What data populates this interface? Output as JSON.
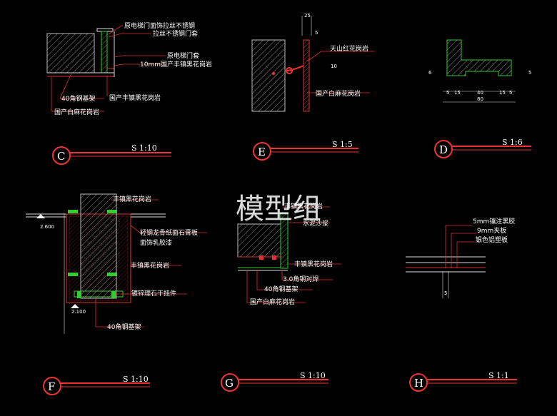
{
  "watermark": "模型组",
  "details": {
    "C": {
      "tag": "C",
      "scale": "S 1:10",
      "labels": [
        "原电梯门面饰拉丝不锈钢",
        "拉丝不锈钢门套",
        "原电梯门套",
        "10mm国产丰镇黑花岗岩",
        "40角钢基架",
        "国产丰镇黑花岗岩",
        "国产白麻花岗岩"
      ]
    },
    "E": {
      "tag": "E",
      "scale": "S 1:5",
      "labels": [
        "天山红花岗岩",
        "国产白麻花岗岩"
      ],
      "dims": [
        "25",
        "5",
        "10"
      ]
    },
    "D": {
      "tag": "D",
      "scale": "S 1:6",
      "dims": [
        "5",
        "15",
        "40",
        "15",
        "5",
        "80",
        "6",
        "5"
      ]
    },
    "F": {
      "tag": "F",
      "scale": "S 1:10",
      "labels": [
        "丰镇黑花岗岩",
        "轻钢龙骨纸面石膏板",
        "面饰乳胶漆",
        "丰镇黑花岗岩",
        "镀锌理石干挂件",
        "40角钢基架"
      ],
      "levels": [
        "2.600",
        "2.100"
      ]
    },
    "G": {
      "tag": "G",
      "scale": "S 1:10",
      "labels": [
        "丰镇黑花岗岩",
        "水泥沙浆",
        "丰镇黑花岗岩",
        "3.0角钢对焊",
        "40角钢基架",
        "国产白麻花岗岩"
      ]
    },
    "H": {
      "tag": "H",
      "scale": "S 1:1",
      "labels": [
        "5mm镶注黑胶",
        "9mm夹板",
        "银色铝塑板"
      ],
      "dims": [
        "5"
      ]
    }
  }
}
